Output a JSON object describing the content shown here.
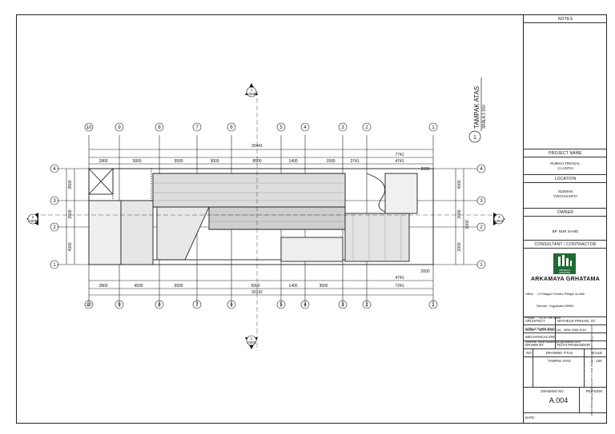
{
  "titleblock": {
    "notes_label": "NOTES",
    "project_name_label": "PROJECT NAME",
    "project_name": [
      "RUMAH TINGGAL",
      "2 LANTAI"
    ],
    "location_label": "LOCATION",
    "location": [
      "SLEMAN",
      "YOGYAKARTA"
    ],
    "owner_label": "OWNER",
    "owner": "BP. NUR SAHID",
    "consultant_label": "CONSULTANT / CONTRACTOR",
    "logo_text": [
      "ARKAMAYA",
      "GRHATAMA"
    ],
    "company": "ARKAMAYA GRHATAMA",
    "office_lines": [
      "Office   : Jl Palagan Tentara Pelajar no.868",
      "             Sleman, Yogyakarta 55581",
      "Phone    : 0274 789 1998",
      "Mobile   : 0813 1133 3118 - 0856 0088 8118",
      "Website: www.arkamaya-grhatama.com"
    ],
    "roles": [
      {
        "label": "ARCHITECT",
        "value": "MATHEUS PRIHADI, ST."
      },
      {
        "label": "STRUCTURE ENG.",
        "value": ""
      },
      {
        "label": "MECHANICAL ENG.",
        "value": ""
      },
      {
        "label": "DRAWN BY",
        "value": "RUTH PRABANDARI"
      }
    ],
    "table_headers": {
      "no": "NO",
      "title": "DRAWING TITLE",
      "scale": "SCALE"
    },
    "drawing_title": "TAMPAK ATAS",
    "drawing_scale": "1 : 150",
    "drawing_no_label": "DRAWING NO",
    "revision_label": "REVISION",
    "drawing_no": "A.004",
    "date_label": "DATE :"
  },
  "drawing": {
    "view_title": "TAMPAK ATAS",
    "view_scale": "SKALA 1:150",
    "view_number": "1",
    "top_dims": [
      "2800",
      "3000",
      "5500",
      "3000",
      "8500",
      "1400",
      "1500",
      "2741",
      "35441",
      "7741",
      "4741",
      "2000"
    ],
    "bottom_dims": [
      "2800",
      "4500",
      "5500",
      "5000",
      "1400",
      "3500",
      "7241",
      "4741",
      "2000",
      "30192"
    ],
    "left_dims": [
      "3500",
      "2500",
      "4000"
    ],
    "right_dims": [
      "4000",
      "2000",
      "1000",
      "2000"
    ],
    "grid_cols": [
      "10",
      "9",
      "8",
      "7",
      "6",
      "5",
      "4",
      "3",
      "2",
      "1"
    ],
    "grid_rows": [
      "4",
      "3",
      "2",
      "1"
    ],
    "section_tags": [
      "1",
      "2",
      "3"
    ],
    "sheet_ref": "A005",
    "sheet_ref2": "A003"
  },
  "side_text": "www.arkamaya-grhatama.com  e-mail: arkamaya.grhatama@gmail.com"
}
